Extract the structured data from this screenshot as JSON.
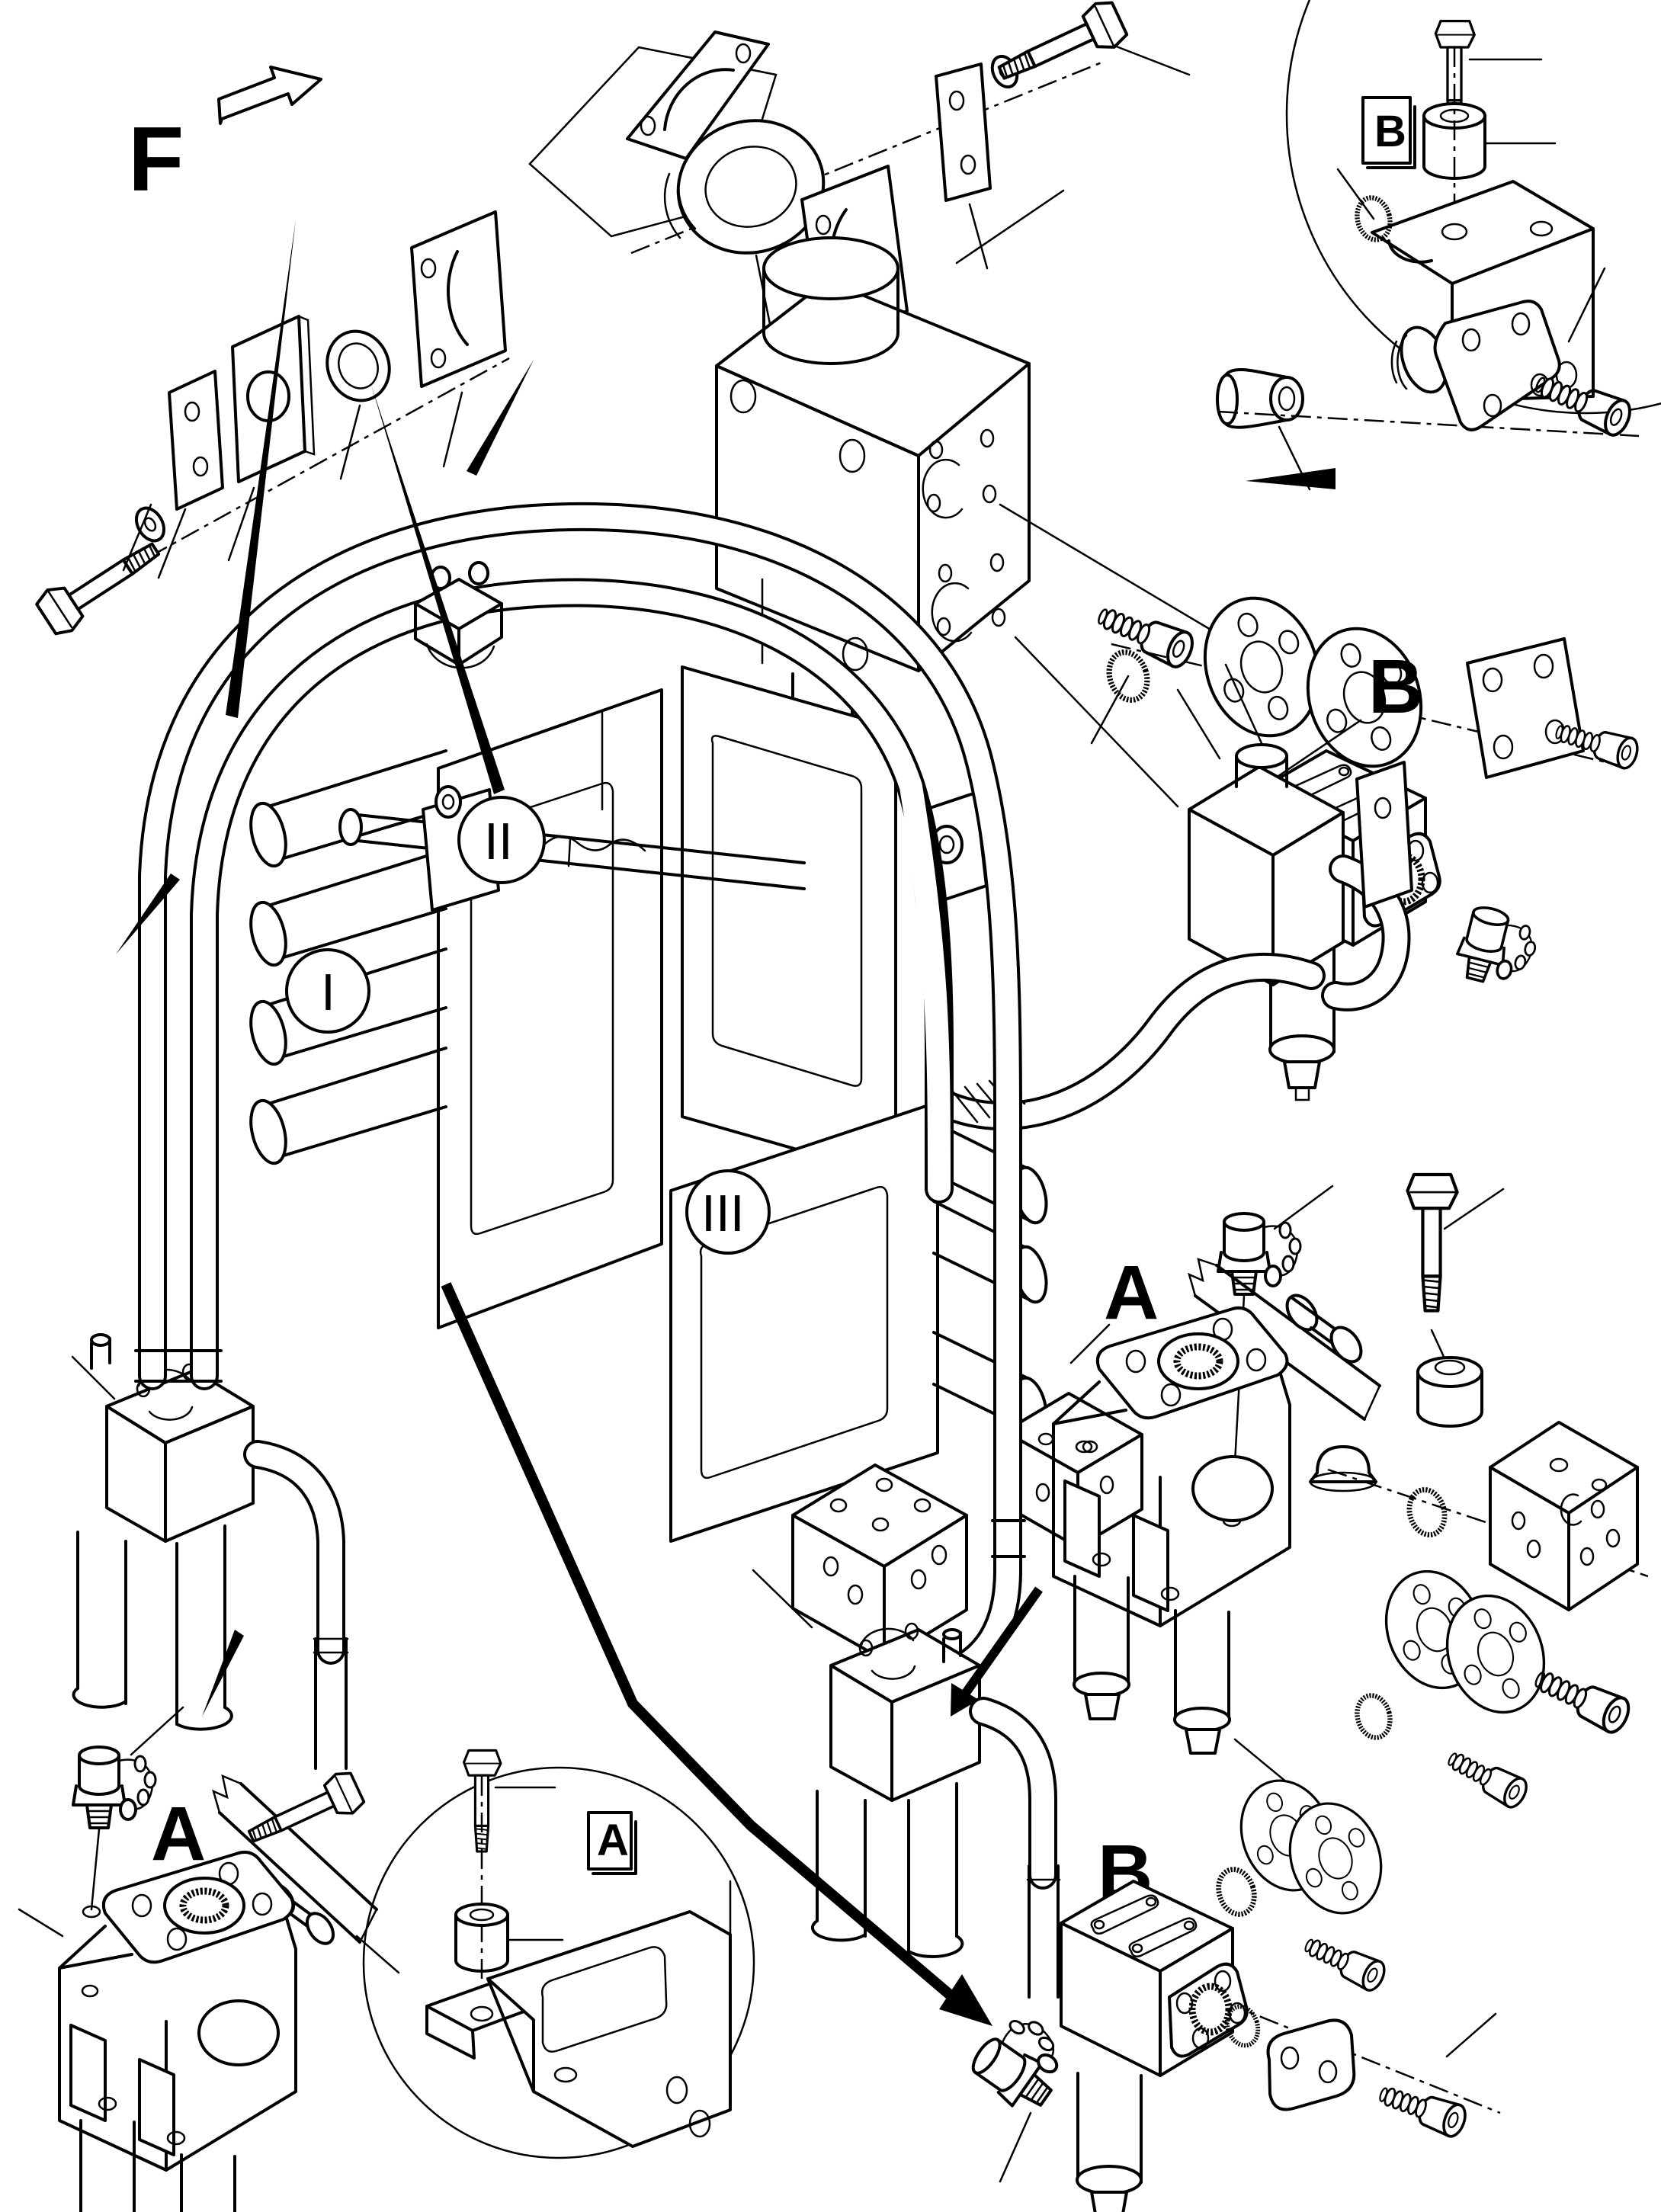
{
  "drawing": {
    "background_color": "#ffffff",
    "ink_color": "#000000",
    "view_label": "F",
    "detail_labels": {
      "top_right_box": "B",
      "bottom_center_box": "A"
    },
    "assembly_labels": {
      "filter_mid_right": "B",
      "filter_bottom_right": "B",
      "lubricator_mid_right": "A",
      "lubricator_bottom_left": "A"
    },
    "section_markers": [
      {
        "numeral": "I"
      },
      {
        "numeral": "II"
      },
      {
        "numeral": "III"
      }
    ]
  }
}
